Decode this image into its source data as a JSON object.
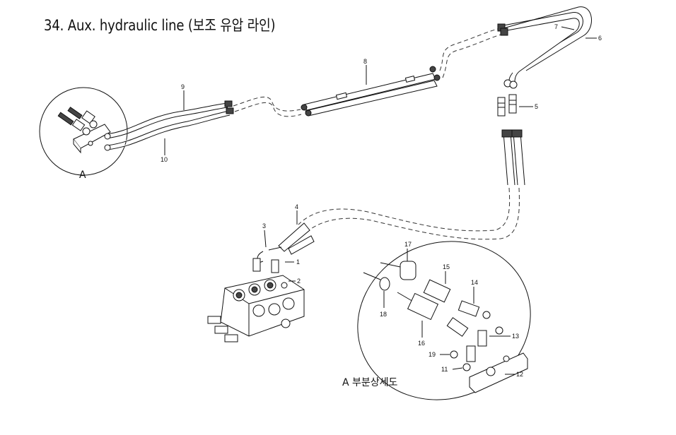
{
  "title": "34. Aux. hydraulic line (보조 유압 라인)",
  "detail_view_label": "A",
  "detail_caption": "A  부분상세도",
  "callouts": [
    "1",
    "2",
    "3",
    "4",
    "5",
    "6",
    "7",
    "8",
    "9",
    "10",
    "11",
    "12",
    "13",
    "14",
    "15",
    "16",
    "17",
    "18",
    "19"
  ],
  "colors": {
    "line": "#111111",
    "background": "#ffffff"
  }
}
